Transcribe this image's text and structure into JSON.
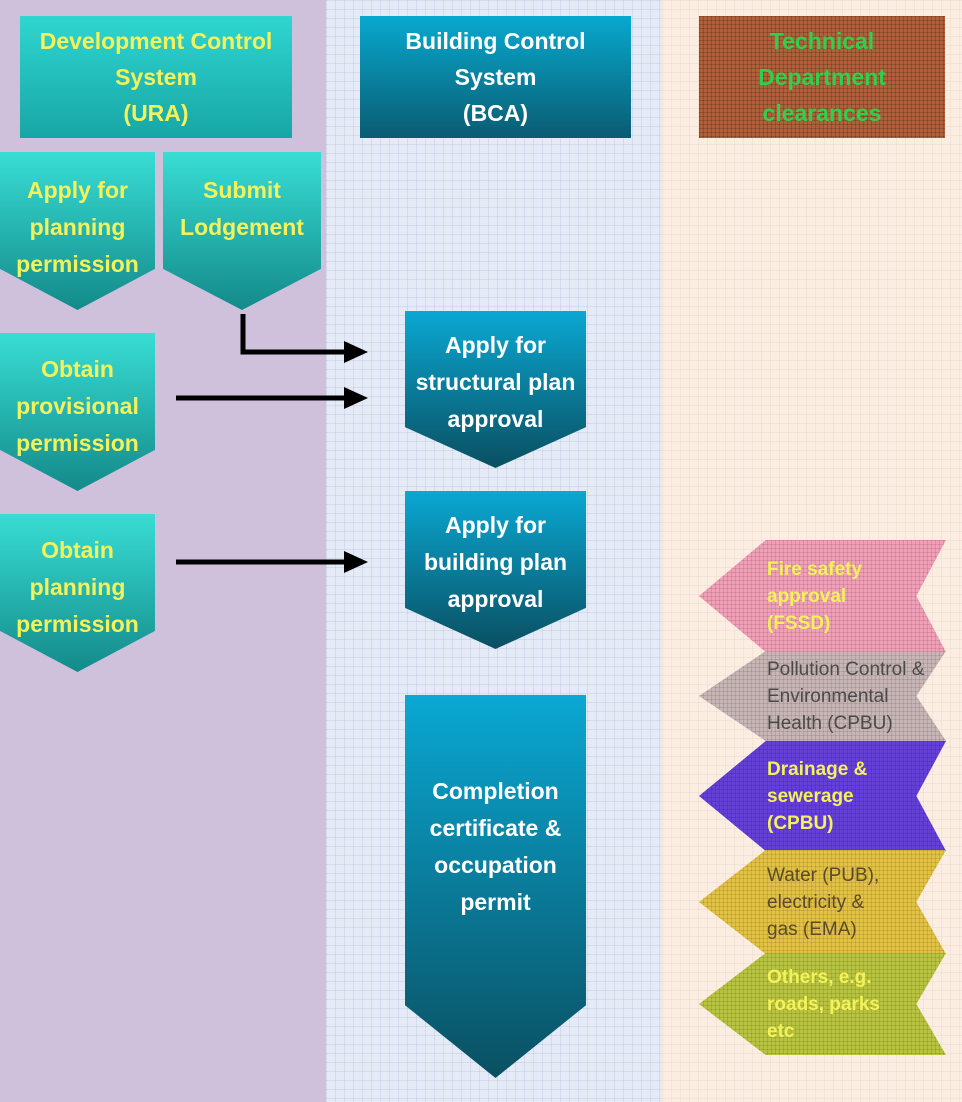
{
  "columns": {
    "ura": {
      "header": "Development Control\nSystem\n(URA)",
      "steps": [
        "Apply for\nplanning\npermission",
        "Submit\nLodgement",
        "Obtain\nprovisional\npermission",
        "Obtain\nplanning\npermission"
      ]
    },
    "bca": {
      "header": "Building Control\nSystem\n(BCA)",
      "steps": [
        "Apply for\nstructural plan\napproval",
        "Apply for\nbuilding plan\napproval",
        "Completion\ncertificate &\noccupation\npermit"
      ]
    },
    "tech": {
      "header": "Technical\nDepartment\nclearances",
      "clearances": [
        {
          "label": "Fire safety\napproval\n(FSSD)",
          "color": "#f29fb8",
          "text_color": "#f4f25a"
        },
        {
          "label": "Pollution Control &\nEnvironmental\nHealth (CPBU)",
          "color": "#c8b6b6",
          "text_color": "#4a4a4a"
        },
        {
          "label": "Drainage &\nsewerage\n(CPBU)",
          "color": "#6440d8",
          "text_color": "#f4f25a"
        },
        {
          "label": "Water (PUB),\nelectricity &\ngas (EMA)",
          "color": "#e2c244",
          "text_color": "#5a4a2a"
        },
        {
          "label": "Others, e.g.\nroads, parks\n etc",
          "color": "#b8c440",
          "text_color": "#f4f25a"
        }
      ]
    }
  },
  "colors": {
    "ura_bg": "#cfc0dc",
    "bca_bg": "#e4ebf7",
    "tech_bg": "#fbede1",
    "yellow_text": "#f4f25a",
    "arrow": "#000000"
  }
}
